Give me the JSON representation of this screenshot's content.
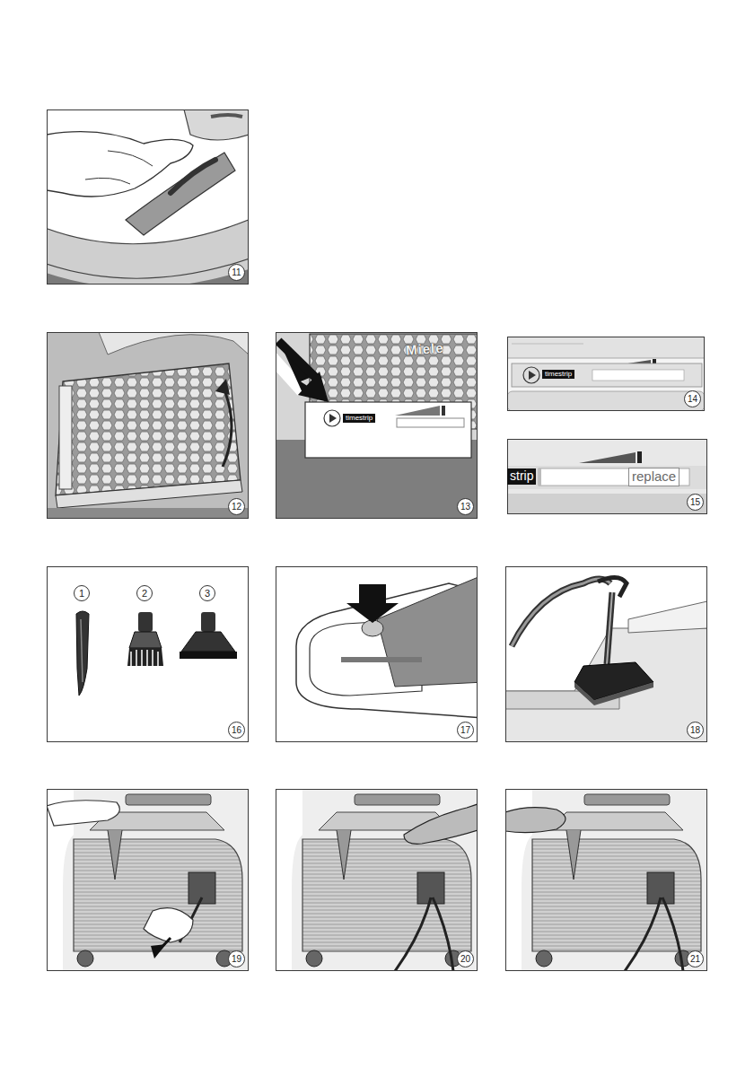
{
  "diagram": {
    "nodes": [
      {
        "text": [
          "11"
        ]
      },
      {
        "text": [
          "12"
        ]
      },
      {
        "text": [
          "13"
        ]
      },
      {
        "text": [
          "14"
        ]
      },
      {
        "text": [
          "15"
        ]
      },
      {
        "text": [
          "16"
        ]
      },
      {
        "text": [
          "17"
        ]
      },
      {
        "text": [
          "18"
        ]
      },
      {
        "text": [
          "19"
        ]
      },
      {
        "text": [
          "20"
        ]
      },
      {
        "text": [
          "21"
        ]
      }
    ],
    "labels": [
      "Miele",
      "timestrip",
      "timestrip",
      "strip",
      "replace",
      "1",
      "2",
      "3"
    ]
  }
}
